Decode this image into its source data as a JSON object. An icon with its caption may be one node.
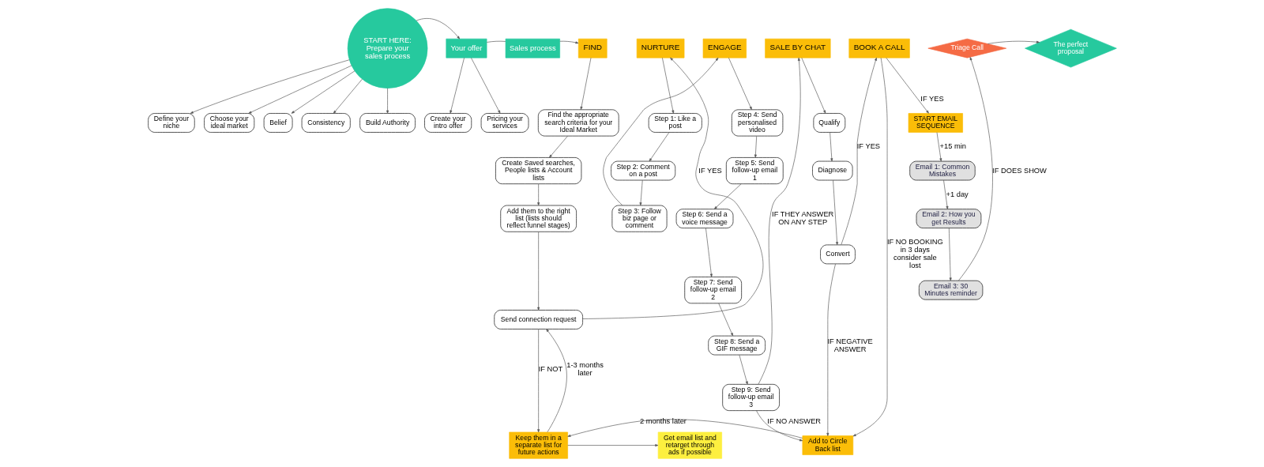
{
  "diagram": {
    "nodes": [
      {
        "text": [
          "START HERE:",
          "Prepare your sales process"
        ]
      },
      {
        "text": [
          "Your offer"
        ]
      },
      {
        "text": [
          "Sales process"
        ]
      },
      {
        "text": [
          "Belief"
        ]
      },
      {
        "text": [
          "Consistency"
        ]
      },
      {
        "text": [
          "Build Authority"
        ]
      },
      {
        "text": [
          "Define your niche"
        ]
      },
      {
        "text": [
          "Choose your ideal market"
        ]
      },
      {
        "text": [
          "Create your intro offer"
        ]
      },
      {
        "text": [
          "Pricing your services"
        ]
      },
      {
        "text": [
          "FIND"
        ]
      },
      {
        "text": [
          "Find the appropriate search criteria for your Ideal Market"
        ]
      },
      {
        "text": [
          "Create Saved searches, People lists & Account lists"
        ]
      },
      {
        "text": [
          "Add them to the right list (lists should reflect funnel stages)"
        ]
      },
      {
        "text": [
          "Send connection request"
        ]
      },
      {
        "text": [
          "Keep them in a separate list for future actions"
        ]
      },
      {
        "text": [
          "Get email list and retarget through ads if possible"
        ]
      },
      {
        "text": [
          "NURTURE"
        ]
      },
      {
        "text": [
          "Step 1: Like a post"
        ]
      },
      {
        "text": [
          "Step 2: Comment on a post"
        ]
      },
      {
        "text": [
          "Step 3: Follow biz page or comment"
        ]
      },
      {
        "text": [
          "ENGAGE"
        ]
      },
      {
        "text": [
          "Step 4: Send personalised video"
        ]
      },
      {
        "text": [
          "Step 5: Send follow-up email 1"
        ]
      },
      {
        "text": [
          "Step 6: Send a voice message"
        ]
      },
      {
        "text": [
          "Step 7: Send follow-up email 2"
        ]
      },
      {
        "text": [
          "Step 8: Send a GIF message"
        ]
      },
      {
        "text": [
          "Step 9: Send follow-up email 3"
        ]
      },
      {
        "text": [
          "Add to Circle Back list"
        ]
      },
      {
        "text": [
          "SALE BY CHAT"
        ]
      },
      {
        "text": [
          "Qualify"
        ]
      },
      {
        "text": [
          "Diagnose"
        ]
      },
      {
        "text": [
          "Convert"
        ]
      },
      {
        "text": [
          "BOOK A CALL"
        ]
      },
      {
        "text": [
          "START EMAIL SEQUENCE"
        ]
      },
      {
        "text": [
          "Email 1: Common Mistakes"
        ]
      },
      {
        "text": [
          "Email 2: How you get Results"
        ]
      },
      {
        "text": [
          "Email 3: 30 Minutes reminder"
        ]
      },
      {
        "text": [
          "Triage Call"
        ]
      },
      {
        "text": [
          "The perfect proposal"
        ]
      }
    ],
    "edges": [
      {
        "from": 0,
        "to": 1,
        "arrow": "to"
      },
      {
        "from": 1,
        "to": 2,
        "arrow": "none"
      },
      {
        "from": 2,
        "to": 10,
        "arrow": "to"
      },
      {
        "from": 0,
        "to": 3,
        "arrow": "to"
      },
      {
        "from": 0,
        "to": 4,
        "arrow": "to"
      },
      {
        "from": 0,
        "to": 5,
        "arrow": "to"
      },
      {
        "from": 0,
        "to": 6,
        "arrow": "to"
      },
      {
        "from": 0,
        "to": 7,
        "arrow": "to"
      },
      {
        "from": 1,
        "to": 8,
        "arrow": "to"
      },
      {
        "from": 1,
        "to": 9,
        "arrow": "to"
      },
      {
        "from": 10,
        "to": 11,
        "arrow": "to"
      },
      {
        "from": 11,
        "to": 12,
        "arrow": "to"
      },
      {
        "from": 12,
        "to": 13,
        "arrow": "to"
      },
      {
        "from": 13,
        "to": 14,
        "arrow": "to"
      },
      {
        "from": 14,
        "to": 17,
        "label": "IF YES",
        "arrow": "to"
      },
      {
        "from": 14,
        "to": 15,
        "label": "IF NOT",
        "arrow": "to"
      },
      {
        "from": 15,
        "to": 14,
        "label": "1-3 months later",
        "arrow": "to"
      },
      {
        "from": 15,
        "to": 16,
        "arrow": "to"
      },
      {
        "from": 28,
        "to": 15,
        "label": "2 months later",
        "arrow": "to"
      },
      {
        "from": 17,
        "to": 18,
        "arrow": "to"
      },
      {
        "from": 18,
        "to": 19,
        "arrow": "to"
      },
      {
        "from": 19,
        "to": 20,
        "arrow": "to"
      },
      {
        "from": 20,
        "to": 21,
        "arrow": "to"
      },
      {
        "from": 21,
        "to": 22,
        "arrow": "to"
      },
      {
        "from": 22,
        "to": 23,
        "arrow": "to"
      },
      {
        "from": 23,
        "to": 24,
        "arrow": "to"
      },
      {
        "from": 24,
        "to": 25,
        "arrow": "to"
      },
      {
        "from": 25,
        "to": 26,
        "arrow": "to"
      },
      {
        "from": 26,
        "to": 27,
        "arrow": "to"
      },
      {
        "from": 27,
        "to": 29,
        "label": "IF THEY ANSWER ON ANY STEP",
        "arrow": "to"
      },
      {
        "from": 27,
        "to": 28,
        "label": "IF NO ANSWER",
        "arrow": "to"
      },
      {
        "from": 29,
        "to": 30,
        "arrow": "to"
      },
      {
        "from": 30,
        "to": 31,
        "arrow": "to"
      },
      {
        "from": 31,
        "to": 32,
        "arrow": "to"
      },
      {
        "from": 32,
        "to": 33,
        "label": "IF YES",
        "arrow": "to"
      },
      {
        "from": 32,
        "to": 28,
        "label": "IF NEGATIVE ANSWER",
        "arrow": "to"
      },
      {
        "from": 33,
        "to": 28,
        "label": "IF NO BOOKING in 3 days consider sale lost",
        "arrow": "to"
      },
      {
        "from": 33,
        "to": 34,
        "label": "IF YES",
        "arrow": "to"
      },
      {
        "from": 34,
        "to": 35,
        "label": "+15 min",
        "arrow": "to"
      },
      {
        "from": 35,
        "to": 36,
        "label": "+1 day",
        "arrow": "to"
      },
      {
        "from": 36,
        "to": 37,
        "arrow": "to"
      },
      {
        "from": 37,
        "to": 38,
        "label": "IF DOES SHOW",
        "arrow": "to"
      },
      {
        "from": 38,
        "to": 39,
        "arrow": "to"
      }
    ]
  }
}
